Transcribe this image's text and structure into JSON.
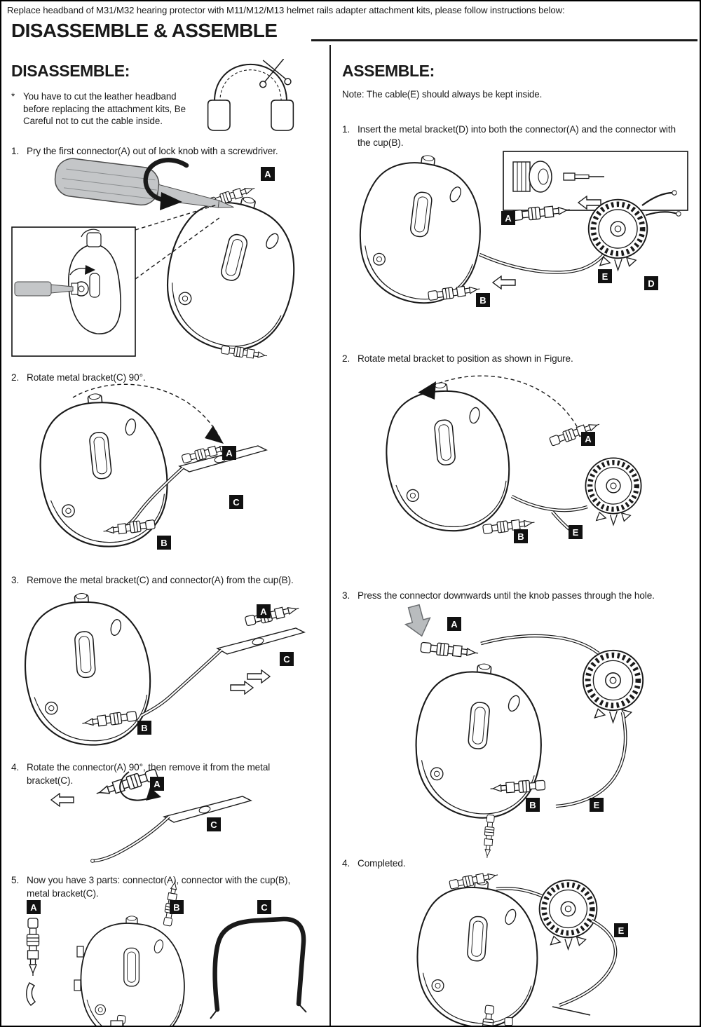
{
  "page": {
    "intro": "Replace headband of M31/M32 hearing protector with M11/M12/M13 helmet rails adapter attachment kits, please follow instructions below:",
    "title": "DISASSEMBLE & ASSEMBLE"
  },
  "labels": {
    "a": "A",
    "b": "B",
    "c": "C",
    "d": "D",
    "e": "E"
  },
  "disassemble": {
    "heading": "DISASSEMBLE:",
    "note_marker": "*",
    "note": "You have to cut the leather headband before replacing the attachment kits, Be Careful not to cut the cable inside.",
    "steps": [
      {
        "num": "1.",
        "text": "Pry the first connector(A) out of lock knob with a screwdriver."
      },
      {
        "num": "2.",
        "text": "Rotate metal bracket(C) 90°."
      },
      {
        "num": "3.",
        "text": "Remove the metal bracket(C) and connector(A) from the cup(B)."
      },
      {
        "num": "4.",
        "text": "Rotate the connector(A) 90°, then remove it from the metal bracket(C)."
      },
      {
        "num": "5.",
        "text": "Now you have 3 parts: connector(A), connector with the cup(B), metal bracket(C)."
      }
    ]
  },
  "assemble": {
    "heading": "ASSEMBLE:",
    "note": "Note: The cable(E) should always be kept inside.",
    "steps": [
      {
        "num": "1.",
        "text": "Insert the metal bracket(D) into both the connector(A) and the connector with the cup(B)."
      },
      {
        "num": "2.",
        "text": "Rotate metal bracket to position as shown in Figure."
      },
      {
        "num": "3.",
        "text": "Press the connector downwards until the knob passes through the hole."
      },
      {
        "num": "4.",
        "text": "Completed."
      }
    ]
  },
  "colors": {
    "ink": "#1a1a1a",
    "label_bg": "#111111",
    "screwdriver": "#c4c6c8",
    "arrow_gray": "#b9bcbe"
  }
}
